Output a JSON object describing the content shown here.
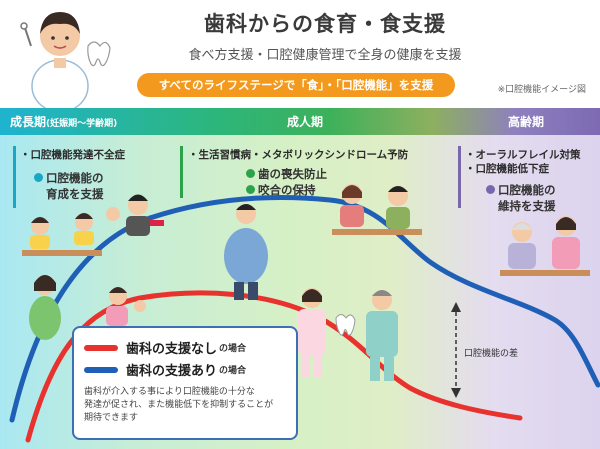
{
  "header": {
    "title": "歯科からの食育・食支援",
    "subtitle": "食べ方支援・口腔健康管理で全身の健康を支援",
    "banner": "すべてのライフステージで「食」・「口腔機能」を支援",
    "note": "※口腔機能イメージ図"
  },
  "phases": {
    "growth": {
      "label": "成長期",
      "sub": "(妊娠期〜学齢期)"
    },
    "adult": {
      "label": "成人期"
    },
    "senior": {
      "label": "高齢期"
    }
  },
  "boxes": {
    "growth": {
      "issue": "・口腔機能発達不全症",
      "goals": [
        "口腔機能の",
        "育成を支援"
      ]
    },
    "adult": {
      "issue": "・生活習慣病・メタボリックシンドローム予防",
      "goals": [
        "歯の喪失防止",
        "咬合の保持"
      ]
    },
    "senior": {
      "issues": [
        "・オーラルフレイル対策",
        "・口腔機能低下症"
      ],
      "goals": [
        "口腔機能の",
        "維持を支援"
      ]
    }
  },
  "legend": {
    "without": {
      "text": "歯科の支援なし",
      "suffix": "の場合"
    },
    "with": {
      "text": "歯科の支援あり",
      "suffix": "の場合"
    },
    "description": [
      "歯科が介入する事により口腔機能の十分な",
      "発達が促され、また機能低下を抑制することが",
      "期待できます"
    ]
  },
  "difference_label": "口腔機能の差",
  "colors": {
    "red_line": "#e8322e",
    "blue_line": "#1f5fb6",
    "orange": "#f39a1e",
    "growth_accent": "#1aa7c6",
    "adult_accent": "#2ca34a",
    "senior_accent": "#7a66ad"
  }
}
